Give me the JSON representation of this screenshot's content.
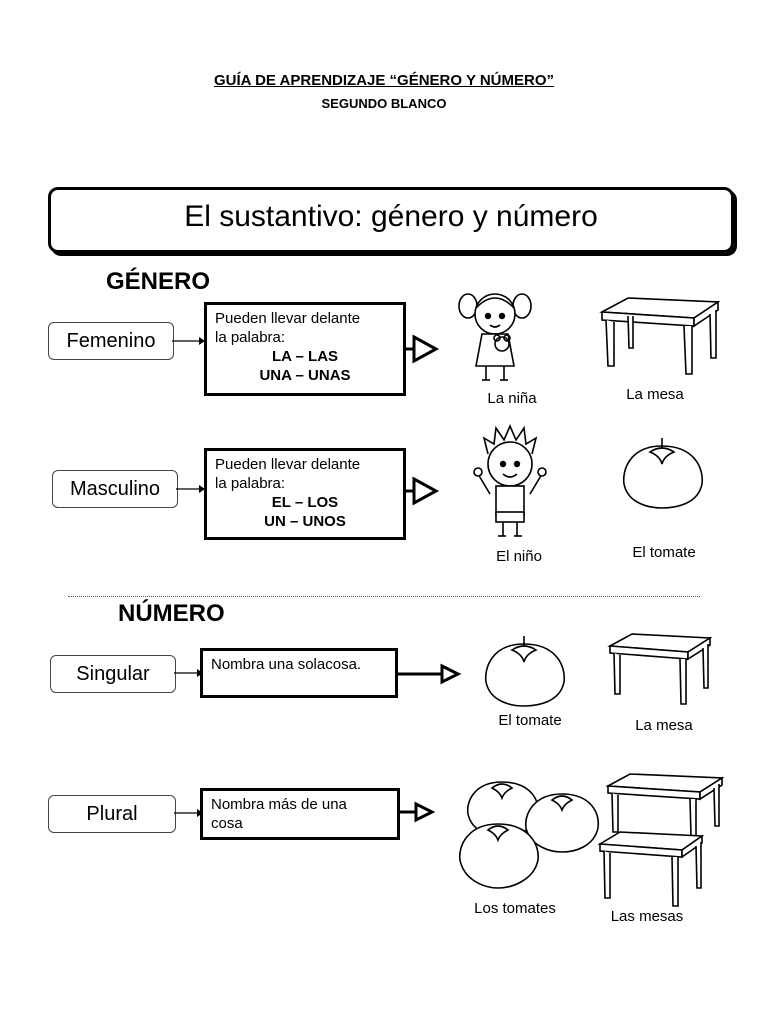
{
  "header": {
    "title": "GUÍA DE APRENDIZAJE “GÉNERO Y NÚMERO”",
    "subtitle": "SEGUNDO BLANCO"
  },
  "main_title": "El sustantivo: género y número",
  "genero": {
    "heading": "GÉNERO",
    "femenino": {
      "label": "Femenino",
      "desc_line1": "Pueden llevar delante",
      "desc_line2": "la palabra:",
      "desc_strong1": "LA – LAS",
      "desc_strong2": "UNA – UNAS",
      "caption1": "La niña",
      "caption2": "La mesa"
    },
    "masculino": {
      "label": "Masculino",
      "desc_line1": "Pueden llevar delante",
      "desc_line2": "la palabra:",
      "desc_strong1": "EL – LOS",
      "desc_strong2": "UN – UNOS",
      "caption1": "El niño",
      "caption2": "El tomate"
    }
  },
  "numero": {
    "heading": "NÚMERO",
    "singular": {
      "label": "Singular",
      "desc_line1": "Nombra una solacosa.",
      "caption1": "El tomate",
      "caption2": "La mesa"
    },
    "plural": {
      "label": "Plural",
      "desc_line1": "Nombra más de una",
      "desc_line2": "cosa",
      "caption1": "Los tomates",
      "caption2": "Las mesas"
    }
  }
}
